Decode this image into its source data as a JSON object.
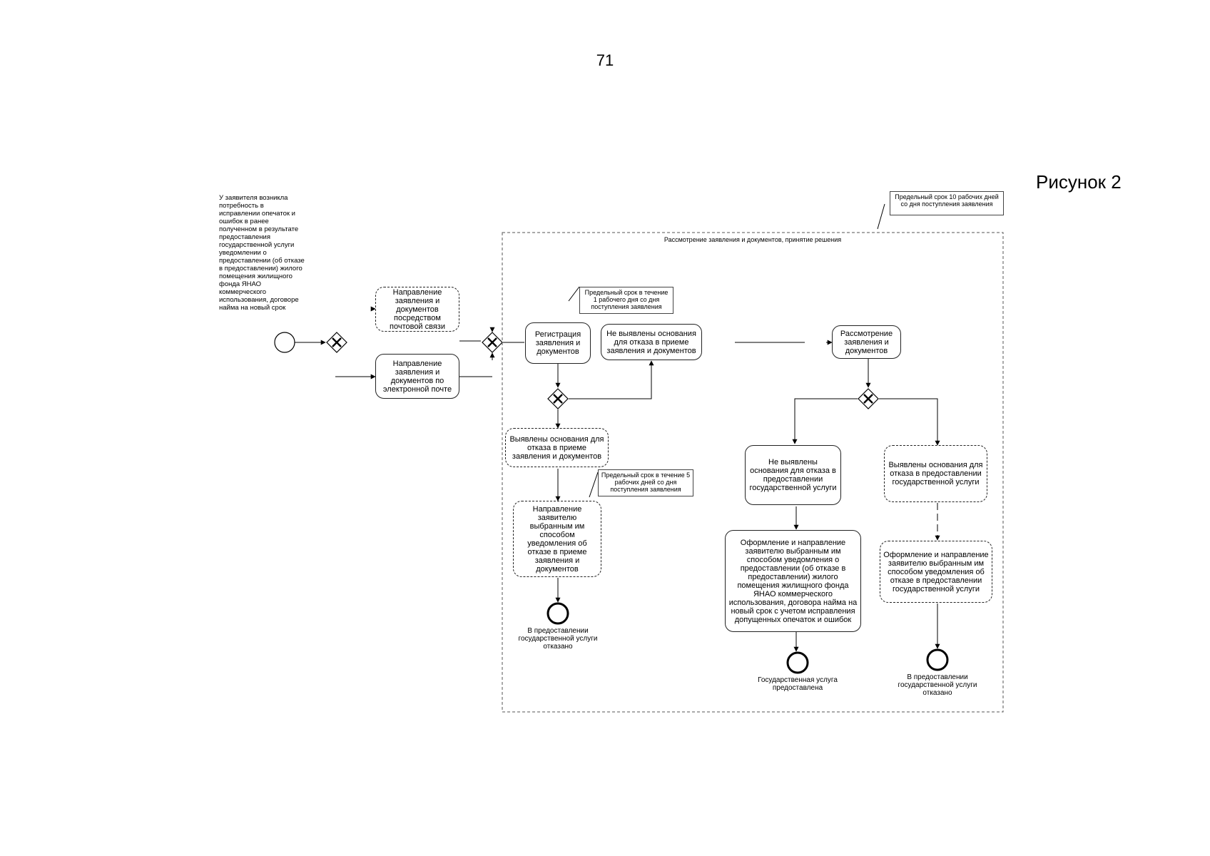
{
  "page_number": "71",
  "figure_label": "Рисунок 2",
  "start_note": "У заявителя возникла потребность в исправлении опечаток и ошибок в ранее полученном в результате предоставления государственной услуги уведомлении о предоставлении (об отказе в предоставлении) жилого помещения жилищного фонда ЯНАО коммерческого использования, договоре найма на новый срок",
  "pool_title": "Рассмотрение заявления и документов, принятие решения",
  "notes": {
    "deadline_10": "Предельный срок 10 рабочих дней со дня поступления заявления",
    "deadline_1": "Предельный срок в течение 1 рабочего дня со дня поступления заявления",
    "deadline_5": "Предельный срок в течение 5 рабочих дней со дня поступления заявления"
  },
  "tasks": {
    "send_post": "Направление заявления и документов посредством почтовой связи",
    "send_email": "Направление заявления и документов по электронной почте",
    "registration": "Регистрация заявления и документов",
    "no_grounds_reception": "Не выявлены основания для отказа в приеме заявления и документов",
    "grounds_reception": "Выявлены основания для отказа в приеме заявления и документов",
    "notify_reception_refusal": "Направление заявителю выбранным им способом уведомления об отказе в приеме заявления и документов",
    "review": "Рассмотрение заявления и документов",
    "no_grounds_service": "Не выявлены основания для отказа в предоставлении государственной услуги",
    "grounds_service": "Выявлены основания для отказа в предоставлении государственной услуги",
    "issue_corrected": "Оформление и направление заявителю выбранным им способом уведомления о предоставлении (об отказе в предоставлении) жилого помещения жилищного фонда ЯНАО коммерческого использования, договора найма на новый срок с учетом исправления допущенных опечаток и ошибок",
    "issue_refusal": "Оформление и направление заявителю выбранным им способом уведомления об отказе в предоставлении государственной услуги"
  },
  "end_events": {
    "refused_1": "В предоставлении государственной услуги отказано",
    "provided": "Государственная услуга предоставлена",
    "refused_2": "В предоставлении государственной услуги отказано"
  }
}
